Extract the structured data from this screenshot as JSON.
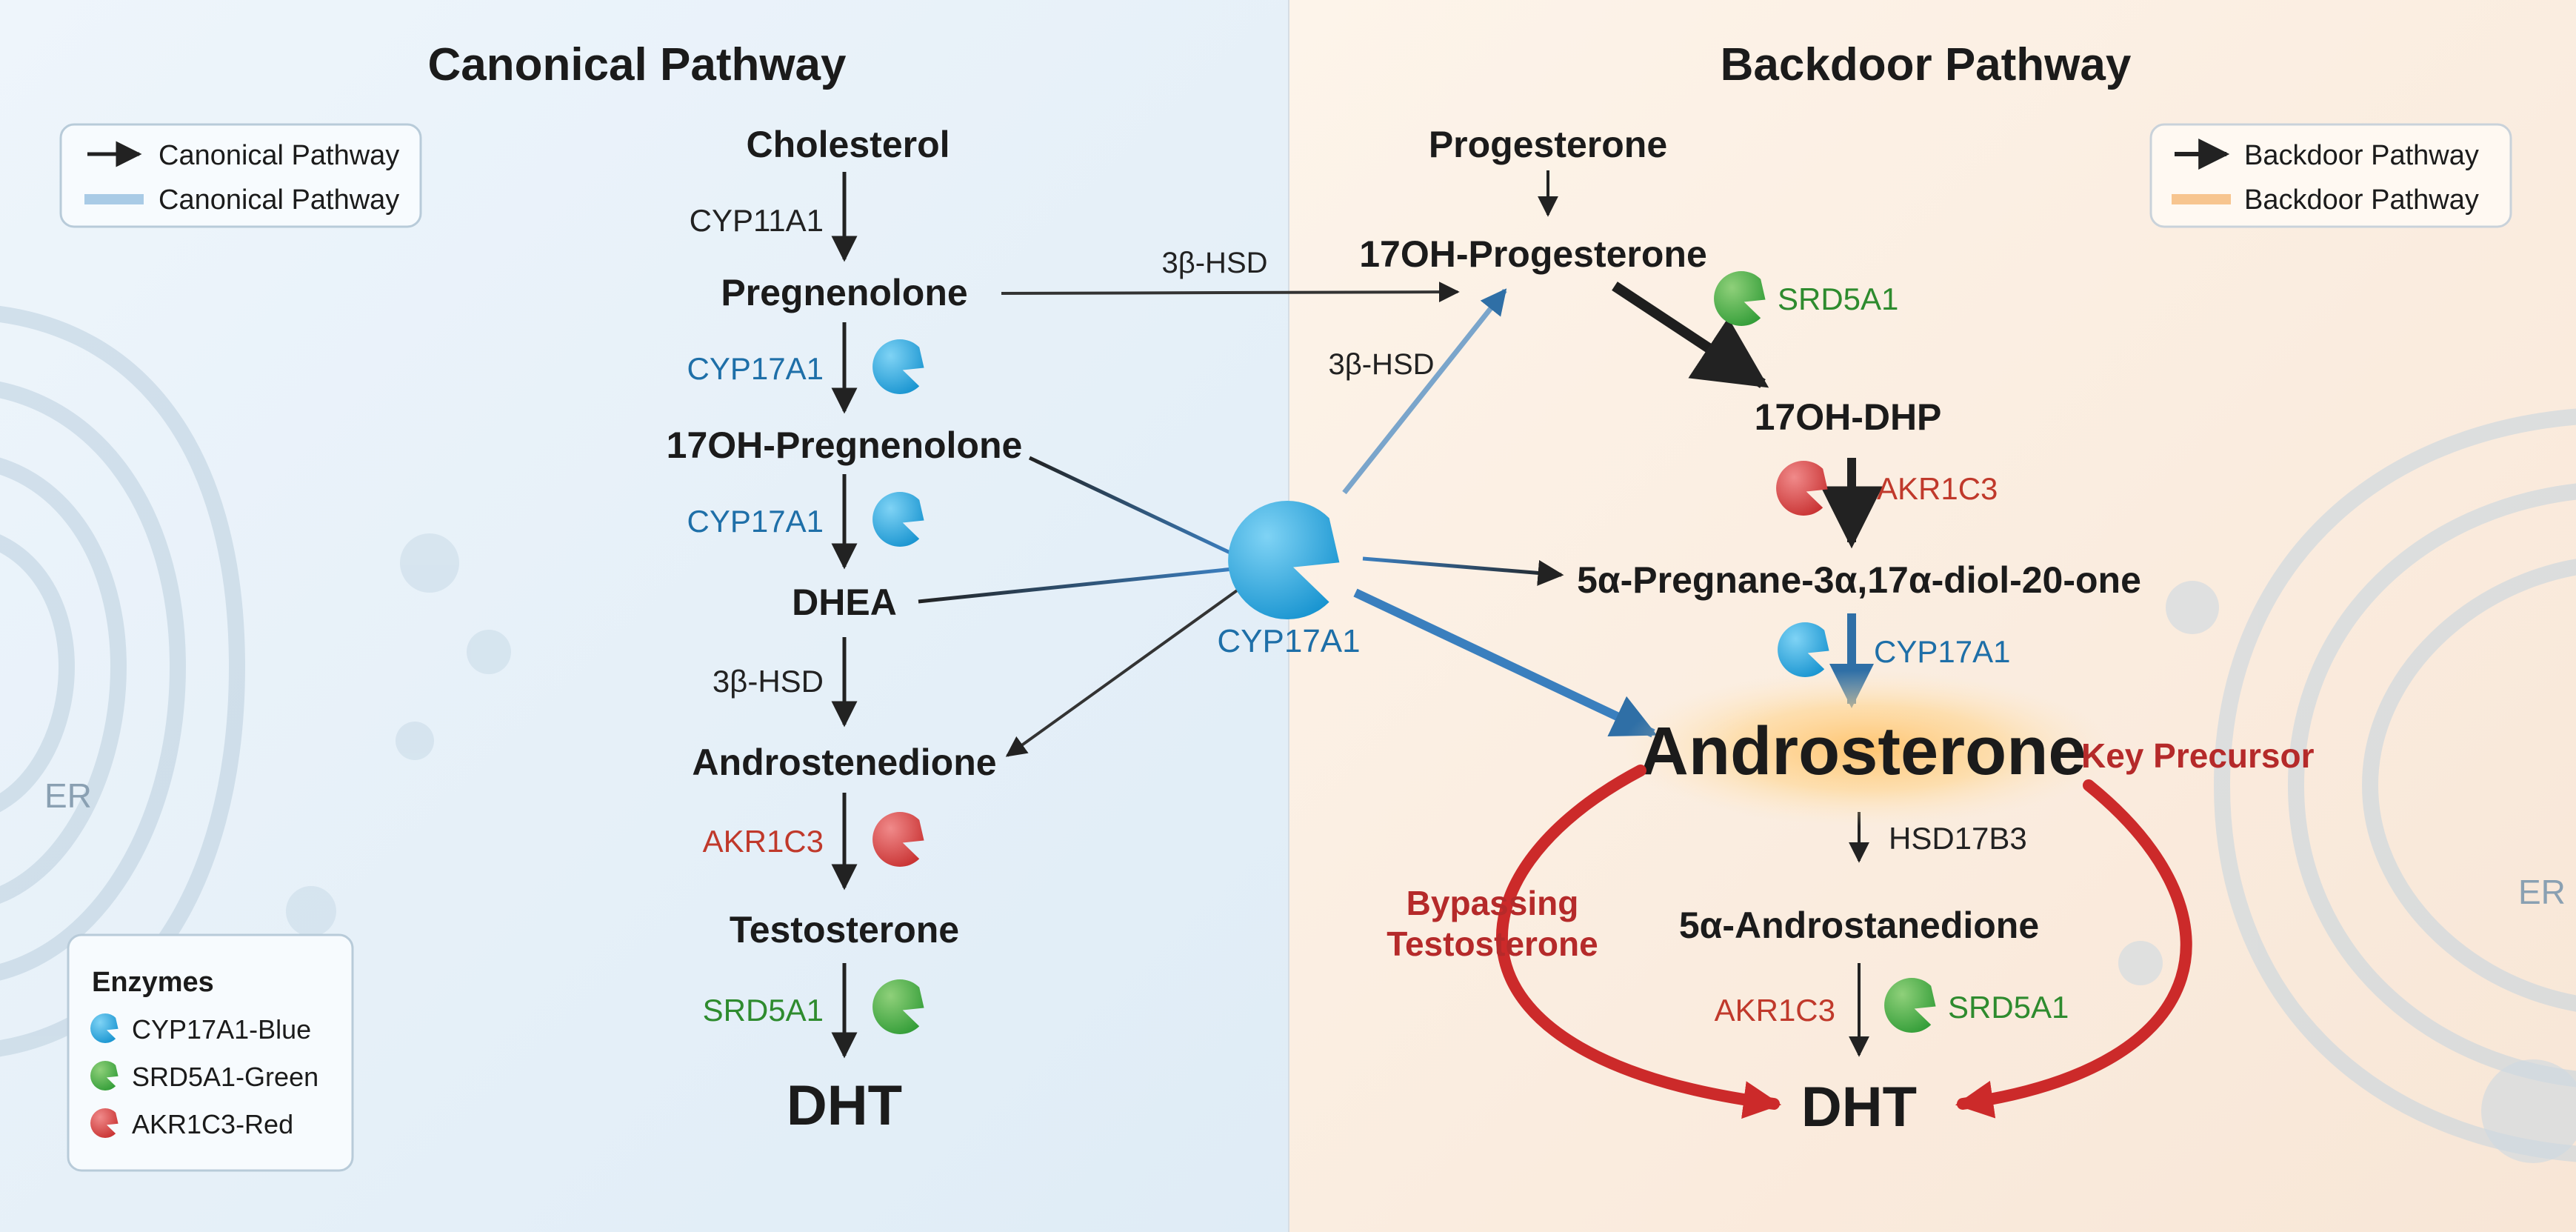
{
  "titles": {
    "canonical": "Canonical Pathway",
    "backdoor": "Backdoor Pathway"
  },
  "legend_left": {
    "arrow_label": "Canonical Pathway",
    "band_label": "Canonical Pathway"
  },
  "legend_right": {
    "arrow_label": "Backdoor Pathway",
    "band_label": "Backdoor Pathway"
  },
  "enzyme_legend": {
    "title": "Enzymes",
    "items": [
      "CYP17A1-Blue",
      "SRD5A1-Green",
      "AKR1C3-Red"
    ]
  },
  "er_labels": [
    "ER",
    "ER"
  ],
  "canonical": {
    "nodes": [
      "Cholesterol",
      "Pregnenolone",
      "17OH-Pregnenolone",
      "DHEA",
      "Androstenedione",
      "Testosterone",
      "DHT"
    ],
    "enzymes": [
      "CYP11A1",
      "CYP17A1",
      "CYP17A1",
      "3β-HSD",
      "AKR1C3",
      "SRD5A1"
    ]
  },
  "backdoor": {
    "nodes": [
      "Progesterone",
      "17OH-Progesterone",
      "17OH-DHP",
      "5α-Pregnane-3α,17α-diol-20-one",
      "Androsterone",
      "5α-Androstanedione",
      "DHT"
    ],
    "enzymes": [
      "SRD5A1",
      "AKR1C3",
      "CYP17A1",
      "HSD17B3",
      "AKR1C3",
      "SRD5A1"
    ]
  },
  "cross": {
    "hsd_top": "3β-HSD",
    "hsd_mid": "3β-HSD",
    "hub_enzyme": "CYP17A1"
  },
  "annotations": {
    "key_precursor": "Key Precursor",
    "bypass_line1": "Bypassing",
    "bypass_line2": "Testosterone"
  },
  "colors": {
    "cyp17a1": "#1aa1dc",
    "srd5a1": "#3aa33a",
    "akr1c3": "#d33a3a",
    "canonical_bg": "#e6f1f9",
    "backdoor_bg": "#fbeee2",
    "bypass_red": "#cc2a2a"
  }
}
